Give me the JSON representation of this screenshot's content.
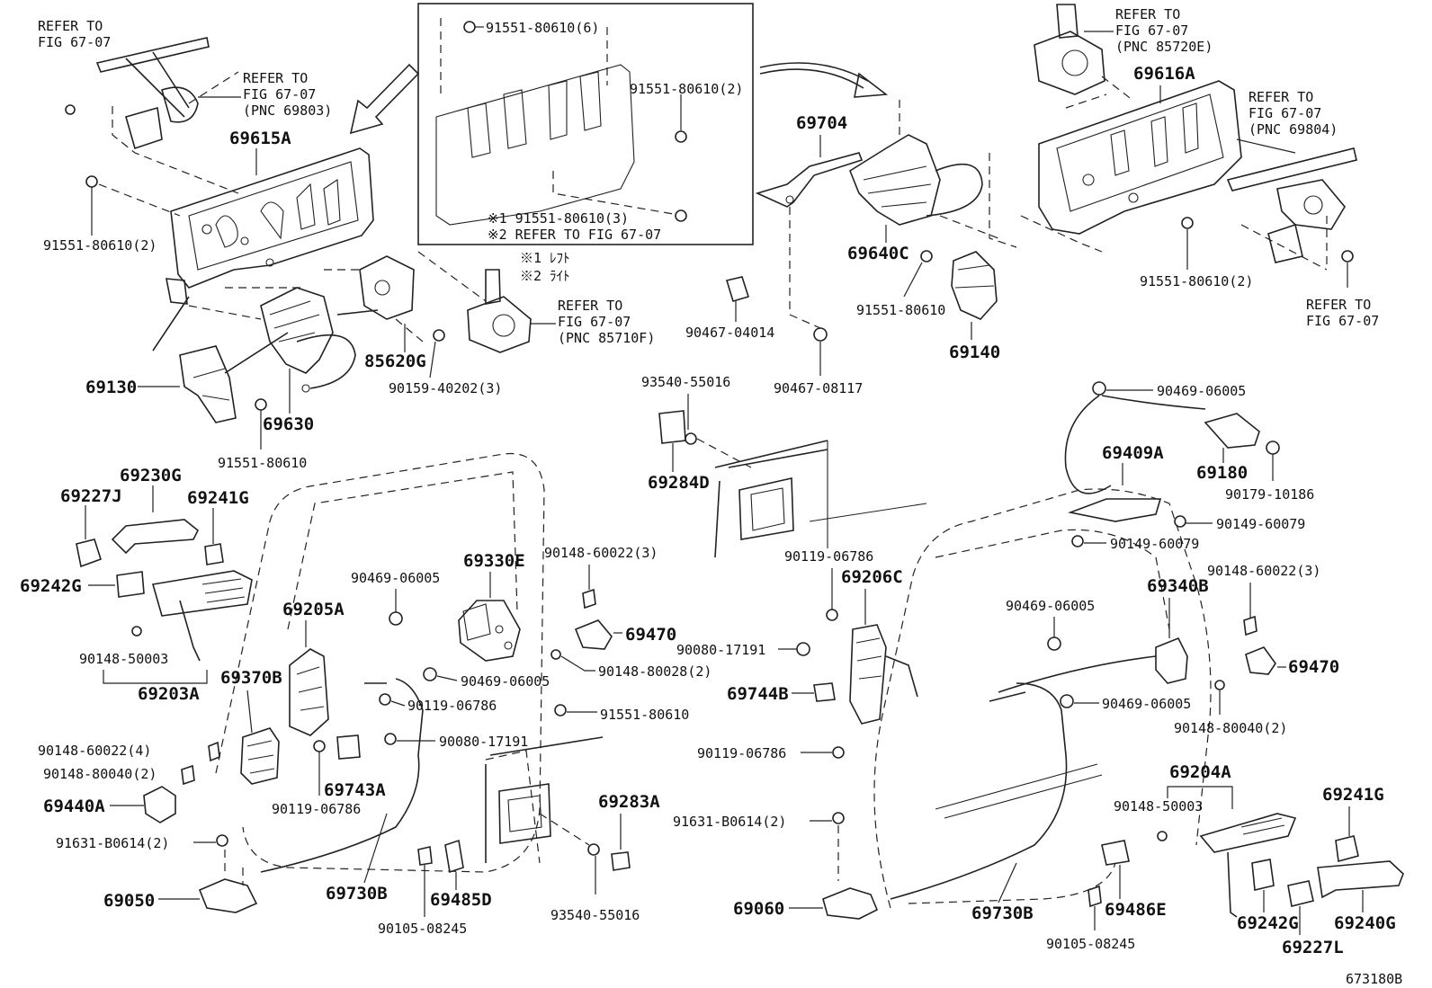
{
  "diagram": {
    "figure_id": "673180B",
    "labels": {
      "refer_tl": [
        "REFER TO",
        "FIG 67-07"
      ],
      "refer_69803": [
        "REFER TO",
        "FIG 67-07",
        "(PNC 69803)"
      ],
      "p69615A": "69615A",
      "p91551_80610_2_left": "91551-80610(2)",
      "p69130": "69130",
      "p69630": "69630",
      "p85620G": "85620G",
      "p90159": "90159-40202(3)",
      "p91551_80610_left": "91551-80610",
      "refer_85710F": [
        "REFER TO",
        "FIG 67-07",
        "(PNC 85710F)"
      ],
      "inset_91551_6": "91551-80610(6)",
      "inset_91551_2": "91551-80610(2)",
      "inset_91551_3": "※1 91551-80610(3)",
      "inset_refer": "※2 REFER TO FIG 67-07",
      "note1": "※1 ﾚﾌﾄ",
      "note2": "※2 ﾗｲﾄ",
      "p69704": "69704",
      "p69640C": "69640C",
      "p91551_80610_mid": "91551-80610",
      "p69140": "69140",
      "p90467_04014": "90467-04014",
      "p90467_08117": "90467-08117",
      "refer_85720E": [
        "REFER TO",
        "FIG 67-07",
        "(PNC 85720E)"
      ],
      "p69616A": "69616A",
      "refer_69804": [
        "REFER TO",
        "FIG 67-07",
        "(PNC 69804)"
      ],
      "p91551_80610_2_right": "91551-80610(2)",
      "refer_br": [
        "REFER TO",
        "FIG 67-07"
      ],
      "p69230G": "69230G",
      "p69227J": "69227J",
      "p69241G_left": "69241G",
      "p69242G_left": "69242G",
      "p90148_50003_left": "90148-50003",
      "p69203A": "69203A",
      "p69330E": "69330E",
      "p90148_60022_3_mid": "90148-60022(3)",
      "p90469_06005_a": "90469-06005",
      "p69205A": "69205A",
      "p69470_left": "69470",
      "p90148_80028": "90148-80028(2)",
      "p90469_06005_b": "90469-06005",
      "p90119_06786_a": "90119-06786",
      "p91551_80610_b": "91551-80610",
      "p69370B": "69370B",
      "p90080_17191_a": "90080-17191",
      "p90148_60022_4": "90148-60022(4)",
      "p90148_80040_2_left": "90148-80040(2)",
      "p69743A": "69743A",
      "p90119_06786_b": "90119-06786",
      "p69440A": "69440A",
      "p91631_B0614_left": "91631-B0614(2)",
      "p69050": "69050",
      "p69730B_left": "69730B",
      "p90105_08245_left": "90105-08245",
      "p69485D": "69485D",
      "p93540_top": "93540-55016",
      "p69284D": "69284D",
      "p69283A": "69283A",
      "p93540_bottom": "93540-55016",
      "p90119_06786_c": "90119-06786",
      "p69206C": "69206C",
      "p90080_17191_b": "90080-17191",
      "p69744B": "69744B",
      "p90119_06786_d": "90119-06786",
      "p91631_B0614_right": "91631-B0614(2)",
      "p69060": "69060",
      "p69730B_right": "69730B",
      "p90105_08245_right": "90105-08245",
      "p69486E": "69486E",
      "p90469_06005_c": "90469-06005",
      "p69409A": "69409A",
      "p69180": "69180",
      "p90179_10186": "90179-10186",
      "p90149_60079_a": "90149-60079",
      "p90149_60079_b": "90149-60079",
      "p69340B": "69340B",
      "p90148_60022_3_right": "90148-60022(3)",
      "p90469_06005_d": "90469-06005",
      "p90469_06005_e": "90469-06005",
      "p69470_right": "69470",
      "p90148_80040_2_right": "90148-80040(2)",
      "p69204A": "69204A",
      "p90148_50003_right": "90148-50003",
      "p69241G_right": "69241G",
      "p69242G_right": "69242G",
      "p69240G": "69240G",
      "p69227L": "69227L"
    }
  }
}
